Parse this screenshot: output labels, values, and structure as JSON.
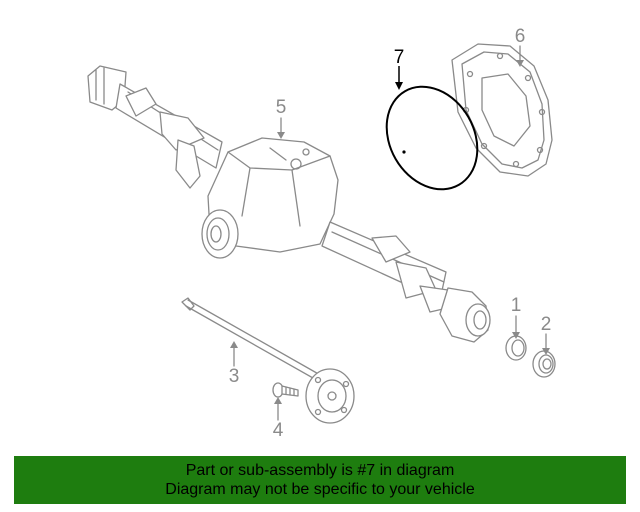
{
  "callouts": {
    "c1": "1",
    "c2": "2",
    "c3": "3",
    "c4": "4",
    "c5": "5",
    "c6": "6",
    "c7": "7"
  },
  "highlighted_part": "7",
  "colors": {
    "banner_bg": "#1e7d0f",
    "line_gray": "#8a8a8a",
    "highlight": "#000000"
  },
  "banner": {
    "line1": "Part or sub-assembly is #7 in diagram",
    "line2": "Diagram may not be specific to your vehicle"
  }
}
